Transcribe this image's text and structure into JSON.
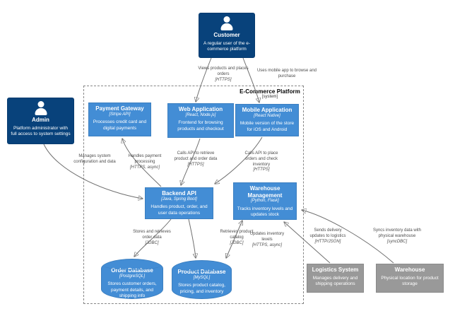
{
  "boundary": {
    "title": "E-Commerce Platform",
    "subtitle": "[system]"
  },
  "nodes": {
    "customer": {
      "name": "Customer",
      "desc": "A regular user of the e-commerce platform"
    },
    "admin": {
      "name": "Admin",
      "desc": "Platform administrator with full access to system settings"
    },
    "payment_gateway": {
      "name": "Payment Gateway",
      "tech": "[Stripe API]",
      "desc": "Processes credit card and digital payments"
    },
    "web_app": {
      "name": "Web Application",
      "tech": "[React, Node.js]",
      "desc": "Frontend for browsing products and checkout"
    },
    "mobile_app": {
      "name": "Mobile Application",
      "tech": "[React Native]",
      "desc": "Mobile version of the store for iOS and Android"
    },
    "backend_api": {
      "name": "Backend API",
      "tech": "[Java, Spring Boot]",
      "desc": "Handles product, order, and user data operations"
    },
    "warehouse_mgmt": {
      "name": "Warehouse Management",
      "tech": "[Python, Flask]",
      "desc": "Tracks inventory levels and updates stock"
    },
    "order_db": {
      "name": "Order Database",
      "tech": "[PostgreSQL]",
      "desc": "Stores customer orders, payment details, and shipping info"
    },
    "product_db": {
      "name": "Product Database",
      "tech": "[MySQL]",
      "desc": "Stores product catalog, pricing, and inventory"
    },
    "logistics": {
      "name": "Logistics System",
      "desc": "Manages delivery and shipping operations"
    },
    "warehouse": {
      "name": "Warehouse",
      "desc": "Physical location for product storage"
    }
  },
  "edges": {
    "customer_web": {
      "label": "Views products and places orders",
      "tech": "[HTTPS]"
    },
    "customer_mobile": {
      "label": "Uses mobile app to browse and purchase",
      "tech": ""
    },
    "admin_backend": {
      "label": "Manages system configuration and data",
      "tech": ""
    },
    "backend_payment": {
      "label": "Handles payment processing",
      "tech": "[HTTPS, async]"
    },
    "web_backend": {
      "label": "Calls API to retrieve product and order data",
      "tech": "[HTTPS]"
    },
    "mobile_backend": {
      "label": "Calls API to place orders and check inventory",
      "tech": "[HTTPS]"
    },
    "backend_orderdb": {
      "label": "Stores and retrieves order data",
      "tech": "[JDBC]"
    },
    "backend_productdb": {
      "label": "Retrieves product catalog",
      "tech": "[JDBC]"
    },
    "wm_productdb": {
      "label": "Updates inventory levels",
      "tech": "[HTTPS, async]"
    },
    "wm_logistics": {
      "label": "Sends delivery updates to logistics",
      "tech": "[HTTP/JSON]"
    },
    "wm_warehouse": {
      "label": "Syncs inventory data with physical warehouse",
      "tech": "[syncDBC]"
    }
  },
  "colors": {
    "person_fill": "#08427b",
    "container_fill": "#438dd5",
    "external_fill": "#999999",
    "edge": "#707070",
    "boundary": "#868686"
  }
}
